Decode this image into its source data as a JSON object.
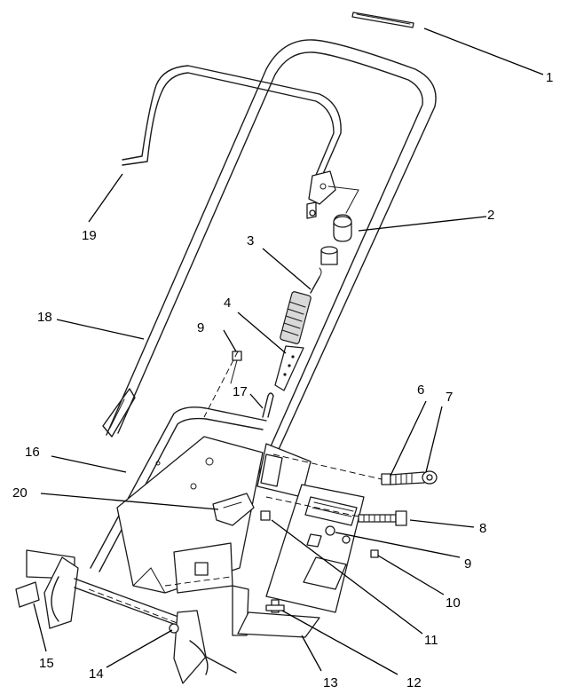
{
  "diagram": {
    "callouts": [
      {
        "id": "c1",
        "label": "1"
      },
      {
        "id": "c2",
        "label": "2"
      },
      {
        "id": "c3",
        "label": "3"
      },
      {
        "id": "c4",
        "label": "4"
      },
      {
        "id": "c6",
        "label": "6"
      },
      {
        "id": "c7",
        "label": "7"
      },
      {
        "id": "c8",
        "label": "8"
      },
      {
        "id": "c9a",
        "label": "9"
      },
      {
        "id": "c9b",
        "label": "9"
      },
      {
        "id": "c10",
        "label": "10"
      },
      {
        "id": "c11",
        "label": "11"
      },
      {
        "id": "c12",
        "label": "12"
      },
      {
        "id": "c13",
        "label": "13"
      },
      {
        "id": "c14",
        "label": "14"
      },
      {
        "id": "c15",
        "label": "15"
      },
      {
        "id": "c16",
        "label": "16"
      },
      {
        "id": "c17",
        "label": "17"
      },
      {
        "id": "c18",
        "label": "18"
      },
      {
        "id": "c19",
        "label": "19"
      },
      {
        "id": "c20",
        "label": "20"
      }
    ]
  }
}
